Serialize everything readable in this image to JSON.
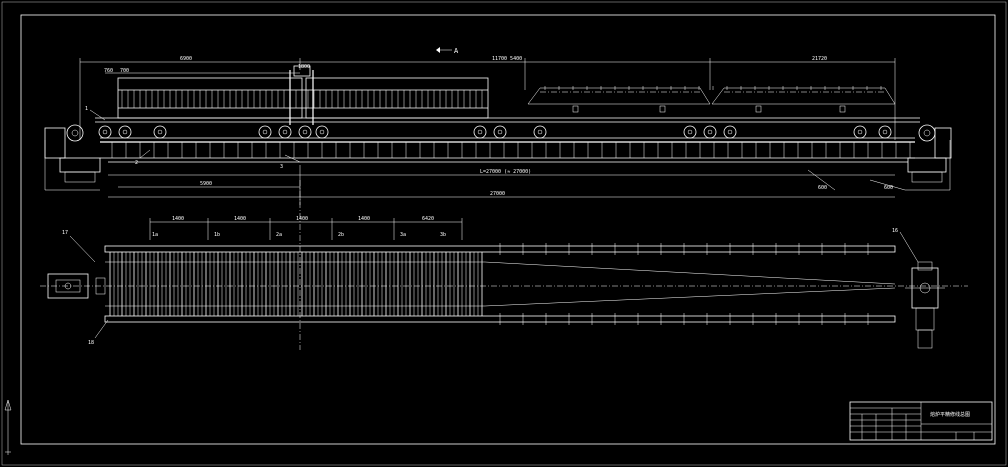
{
  "drawing": {
    "background": "#000000",
    "line_color": "#ffffff",
    "icons": {
      "ucs": "ucs-axis-icon"
    }
  },
  "section_marker": {
    "label": "A"
  },
  "elevation_dims": {
    "left_span": "6900",
    "middle_span": "11700 5400",
    "right_span": "21720",
    "small_left": "760",
    "small_left2": "700",
    "mid_ref": "1800",
    "bottom_left": "5900",
    "overall": "27000",
    "overall_note": "L=27000 (≈ 27000)",
    "support_left": "600",
    "support_right": "600"
  },
  "plan_dims": {
    "segments": [
      "1400",
      "1400",
      "1400",
      "1400",
      "6420"
    ],
    "marks": [
      "1a",
      "1b",
      "2a",
      "2b",
      "3a",
      "3b"
    ]
  },
  "callouts": {
    "c1": "1",
    "c2": "2",
    "c3": "3",
    "c17": "17",
    "c16": "16",
    "c18": "18"
  },
  "title_block": {
    "drawing_title": "熔炉平精修线总图",
    "company": "",
    "rows": [
      [
        "",
        "",
        "",
        "",
        ""
      ],
      [
        "",
        "",
        "",
        "",
        ""
      ],
      [
        "",
        "",
        "",
        "",
        ""
      ],
      [
        "",
        "",
        "",
        "",
        ""
      ]
    ]
  }
}
